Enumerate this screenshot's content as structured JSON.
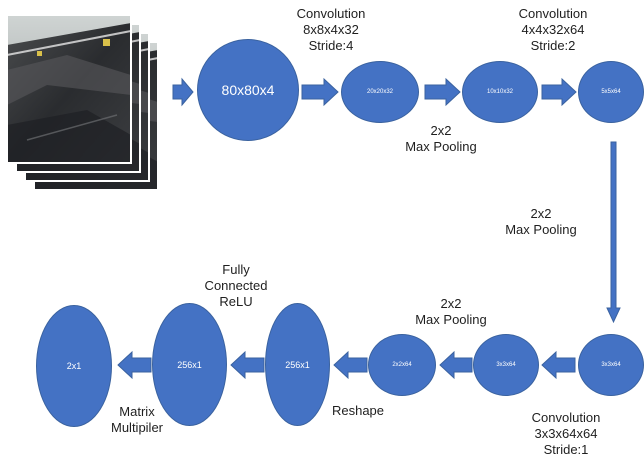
{
  "nodes": {
    "n80": "80x80x4",
    "n20": "20x20x32",
    "n10": "10x10x32",
    "n5": "5x5x64",
    "n3a": "3x3x64",
    "n3b": "3x3x64",
    "n2": "2x2x64",
    "r256": "256x1",
    "f256": "256x1",
    "out": "2x1"
  },
  "labels": {
    "conv1": [
      "Convolution",
      "8x8x4x32",
      "Stride:4"
    ],
    "conv2": [
      "Convolution",
      "4x4x32x64",
      "Stride:2"
    ],
    "pool1": [
      "2x2",
      "Max Pooling"
    ],
    "pool2": [
      "2x2",
      "Max Pooling"
    ],
    "pool3": [
      "2x2",
      "Max Pooling"
    ],
    "conv3": [
      "Convolution",
      "3x3x64x64",
      "Stride:1"
    ],
    "fc": [
      "Fully",
      "Connected",
      "ReLU"
    ],
    "reshape": [
      "Reshape"
    ],
    "matmul": [
      "Matrix",
      "Multipiler"
    ]
  },
  "colors": {
    "node": "#4472c4",
    "arrow": "#4472c4",
    "text": "#1f1f1f"
  },
  "icons": {
    "input": "stacked-input-image-frames",
    "arrow": "block-arrow"
  }
}
